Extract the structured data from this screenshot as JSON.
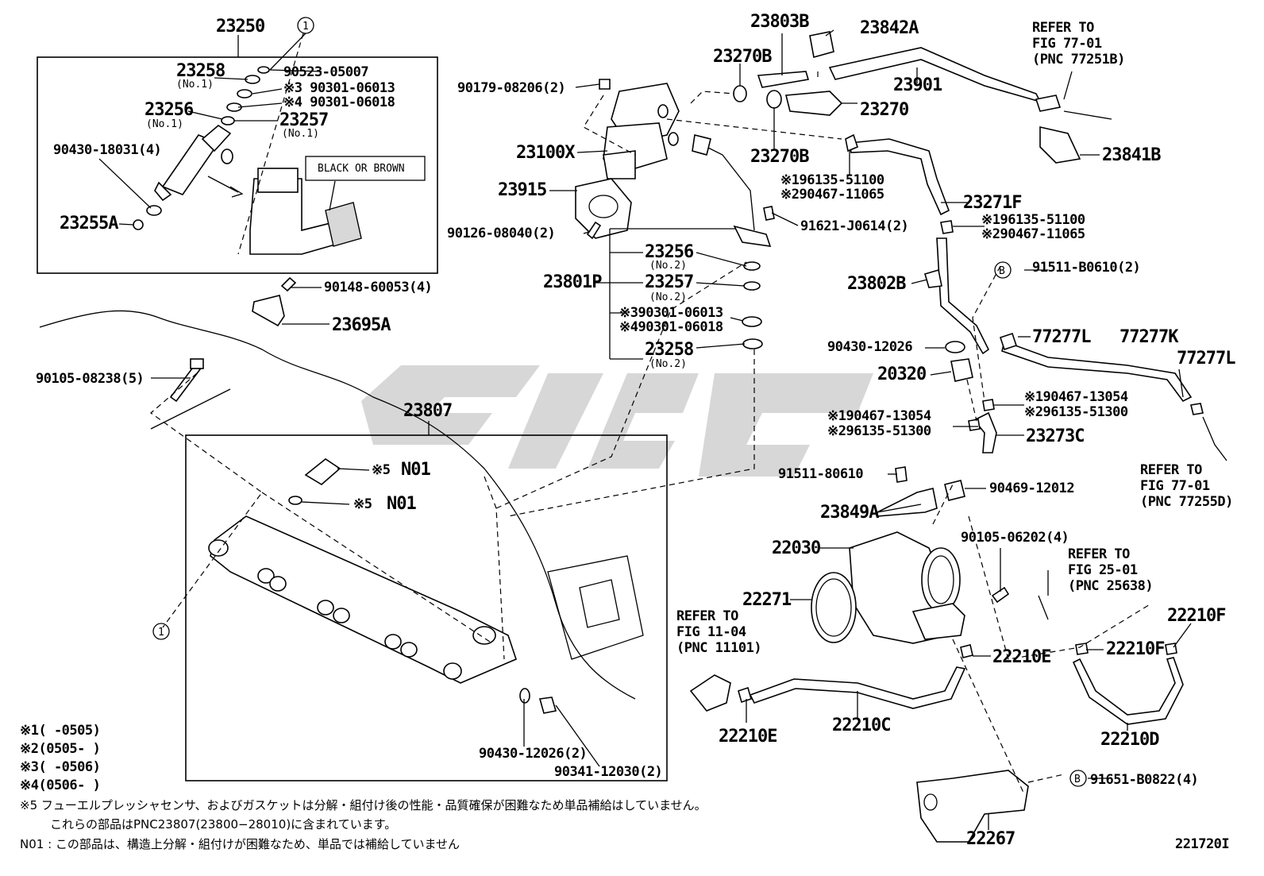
{
  "diagram": {
    "callouts": {
      "c23250": "23250",
      "c23258a": "23258",
      "c23258a_sub": "(No.1)",
      "c23256a": "23256",
      "c23256a_sub": "(No.1)",
      "c23257a": "23257",
      "c23257a_sub": "(No.1)",
      "c90523": "90523-05007",
      "c90301a": "※3 90301-06013",
      "c90301b": "※4 90301-06018",
      "c90430a": "90430-18031(4)",
      "c23255A": "23255A",
      "black_brown": "BLACK OR BROWN",
      "c90148": "90148-60053(4)",
      "c23695A": "23695A",
      "c90105a": "90105-08238(5)",
      "c23807": "23807",
      "n01a_mark": "※5",
      "n01a": "N01",
      "n01b_mark": "※5",
      "n01b": "N01",
      "c90430b": "90430-12026(2)",
      "c90341": "90341-12030(2)",
      "c90179": "90179-08206(2)",
      "c23100X": "23100X",
      "c23915": "23915",
      "c90126": "90126-08040(2)",
      "c23801P": "23801P",
      "c23256b": "23256",
      "c23256b_sub": "(No.2)",
      "c23257b": "23257",
      "c23257b_sub": "(No.2)",
      "c90301c": "※390301-06013",
      "c90301d": "※490301-06018",
      "c23258b": "23258",
      "c23258b_sub": "(No.2)",
      "c23803B": "23803B",
      "c23842A": "23842A",
      "c23270Ba": "23270B",
      "c23270Bb": "23270B",
      "c23270": "23270",
      "c23901": "23901",
      "refer1_a": "REFER TO",
      "refer1_b": "FIG 77-01",
      "refer1_c": "(PNC 77251B)",
      "c23841B": "23841B",
      "c96135a": "※196135-51100",
      "c90467a": "※290467-11065",
      "c23271F": "23271F",
      "c91621": "91621-J0614(2)",
      "c96135b": "※196135-51100",
      "c90467b": "※290467-11065",
      "c91511a": "91511-B0610(2)",
      "circ_b1": "B",
      "c23802B": "23802B",
      "c77277La": "77277L",
      "c77277K": "77277K",
      "c77277Lb": "77277L",
      "c90430c": "90430-12026",
      "c20320": "20320",
      "c90467c": "※190467-13054",
      "c96135c": "※296135-51300",
      "c90467d": "※190467-13054",
      "c96135d": "※296135-51300",
      "c23273C": "23273C",
      "refer2_a": "REFER TO",
      "refer2_b": "FIG 77-01",
      "refer2_c": "(PNC 77255D)",
      "c91511b": "91511-80610",
      "c90469": "90469-12012",
      "c23849A": "23849A",
      "c22030": "22030",
      "c90105b": "90105-06202(4)",
      "refer3_a": "REFER TO",
      "refer3_b": "FIG 25-01",
      "refer3_c": "(PNC 25638)",
      "c22271": "22271",
      "refer4_a": "REFER TO",
      "refer4_b": "FIG 11-04",
      "refer4_c": "(PNC 11101)",
      "c22210Fa": "22210F",
      "c22210Ea": "22210E",
      "c22210Fb": "22210F",
      "c22210Eb": "22210E",
      "c22210C": "22210C",
      "c22210D": "22210D",
      "c91651": "91651-B0822(4)",
      "circ_b2": "B",
      "c22267": "22267",
      "circ1_top": "1",
      "circ1_left": "1"
    },
    "notes": {
      "n1": "※1(      -0505)",
      "n2": "※2(0505-      )",
      "n3": "※3(      -0506)",
      "n4": "※4(0506-      )",
      "n5": "※5  フューエルプレッシャセンサ、およびガスケットは分解・組付け後の性能・品質確保が困難なため単品補給はしていません。",
      "n5b": "これらの部品はPNC23807(23800−28010)に含まれています。",
      "n01": "N01 : この部品は、構造上分解・組付けが困難なため、単品では補給していません"
    },
    "figure_id": "221720I"
  }
}
